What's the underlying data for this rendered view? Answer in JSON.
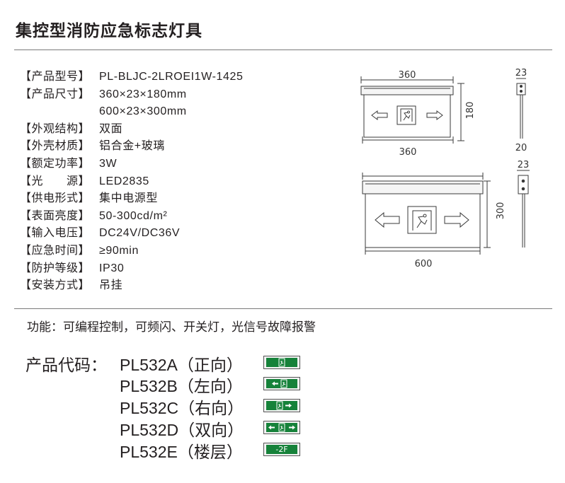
{
  "title": "集控型消防应急标志灯具",
  "specs": [
    {
      "label": "【产品型号】",
      "value": "PL-BLJC-2LROEI1W-1425"
    },
    {
      "label": "【产品尺寸】",
      "value": "360×23×180mm"
    },
    {
      "label": "",
      "value": "600×23×300mm"
    },
    {
      "label": "【外观结构】",
      "value": "双面"
    },
    {
      "label": "【外壳材质】",
      "value": "铝合金+玻璃"
    },
    {
      "label": "【额定功率】",
      "value": "3W"
    },
    {
      "label": "【光　　源】",
      "value": "LED2835"
    },
    {
      "label": "【供电形式】",
      "value": "集中电源型"
    },
    {
      "label": "【表面亮度】",
      "value": "50-300cd/m²"
    },
    {
      "label": "【输入电压】",
      "value": "DC24V/DC36V"
    },
    {
      "label": "【应急时间】",
      "value": "≥90min"
    },
    {
      "label": "【防护等级】",
      "value": "IP30"
    },
    {
      "label": "【安装方式】",
      "value": "吊挂"
    }
  ],
  "features": "功能：可编程控制，可频闪、开关灯，光信号故障报警",
  "codes": {
    "heading": "产品代码：",
    "items": [
      {
        "name": "PL532A（正向）",
        "icon": "exit-running-man-icon",
        "sign": ""
      },
      {
        "name": "PL532B（左向）",
        "icon": "exit-left-arrow-icon",
        "sign": ""
      },
      {
        "name": "PL532C（右向）",
        "icon": "exit-right-arrow-icon",
        "sign": ""
      },
      {
        "name": "PL532D（双向）",
        "icon": "exit-both-arrows-icon",
        "sign": ""
      },
      {
        "name": "PL532E（楼层）",
        "icon": "floor-indicator-icon",
        "sign": "-2F"
      }
    ]
  },
  "drawings": {
    "small": {
      "width_label": "360",
      "bottom_label": "360",
      "height_label": "180",
      "depth_label": "23",
      "side_bottom_label": "20"
    },
    "large": {
      "width_label": "600",
      "height_label": "300",
      "depth_label": "23"
    }
  },
  "colors": {
    "sign_green": "#16823a",
    "line": "#3a3a3a"
  }
}
